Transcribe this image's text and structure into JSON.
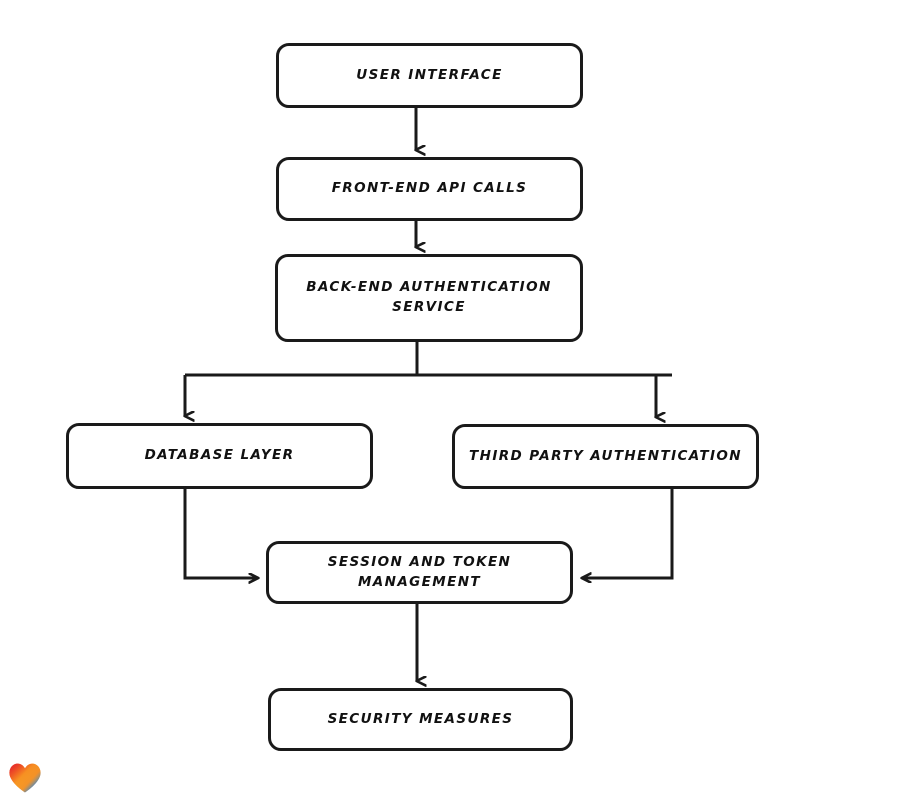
{
  "diagram": {
    "type": "flowchart",
    "orientation": "top-to-bottom",
    "background_color": "#ffffff",
    "stroke_color": "#1a1a1a",
    "node_fill_color": "#ffffff",
    "nodes": [
      {
        "id": "user-interface",
        "label": "User Interface"
      },
      {
        "id": "frontend-api-calls",
        "label": "Front-End API Calls"
      },
      {
        "id": "backend-auth",
        "label": "Back-End Authentication\nService"
      },
      {
        "id": "database-layer",
        "label": "Database Layer"
      },
      {
        "id": "third-party-auth",
        "label": "Third Party Authentication"
      },
      {
        "id": "session-token",
        "label": "Session and Token\nManagement"
      },
      {
        "id": "security-measures",
        "label": "Security Measures"
      }
    ],
    "edges": [
      {
        "from": "user-interface",
        "to": "frontend-api-calls",
        "style": "straight-down"
      },
      {
        "from": "frontend-api-calls",
        "to": "backend-auth",
        "style": "straight-down"
      },
      {
        "from": "backend-auth",
        "to": "database-layer",
        "style": "split-left"
      },
      {
        "from": "backend-auth",
        "to": "third-party-auth",
        "style": "split-right"
      },
      {
        "from": "database-layer",
        "to": "session-token",
        "style": "elbow-right"
      },
      {
        "from": "third-party-auth",
        "to": "session-token",
        "style": "elbow-left"
      },
      {
        "from": "session-token",
        "to": "security-measures",
        "style": "straight-down"
      }
    ]
  },
  "watermark": {
    "icon": "heart-icon",
    "colors": [
      "#e8342a",
      "#f57c20",
      "#f9a825",
      "#2f8fd6",
      "#25b6c4"
    ]
  }
}
